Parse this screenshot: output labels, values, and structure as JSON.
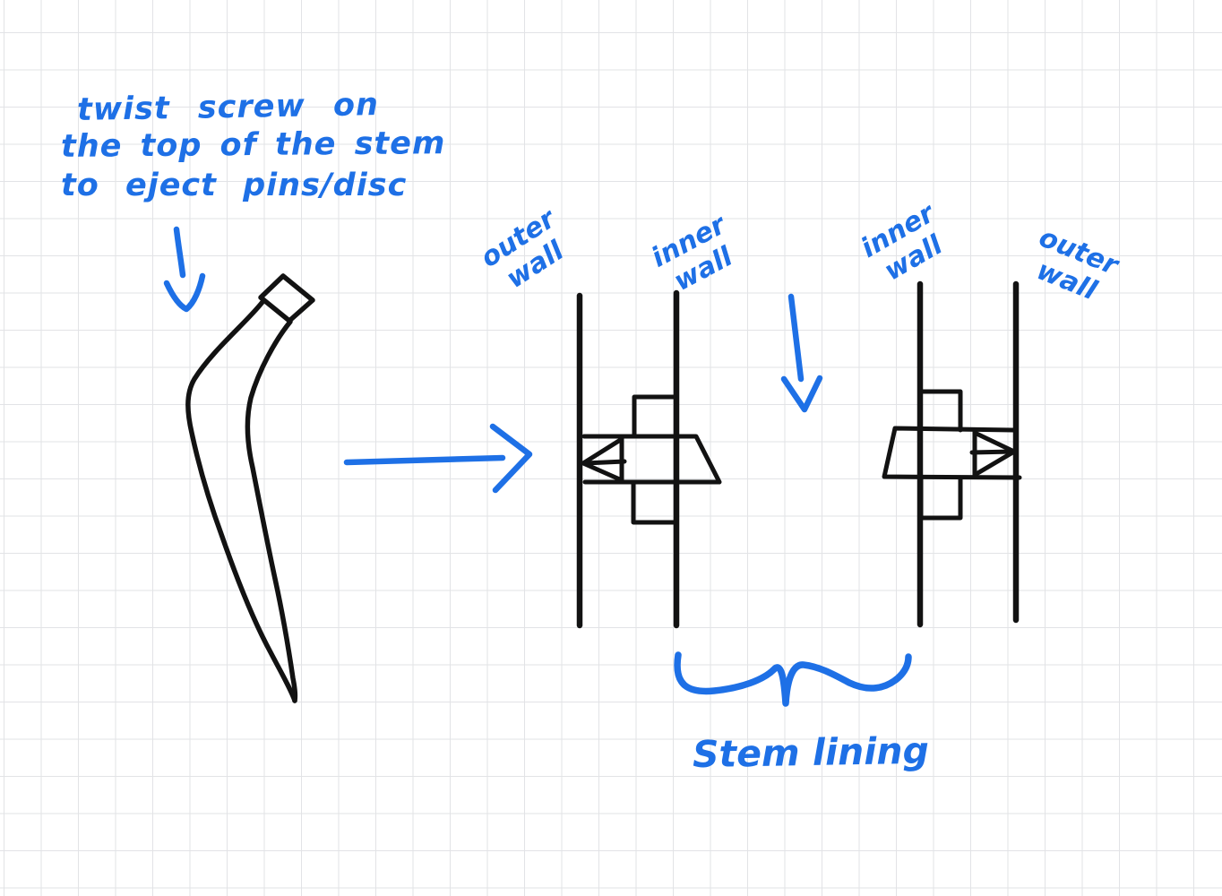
{
  "colors": {
    "background": "#ffffff",
    "grid_line": "#e2e3e6",
    "ink_black": "#121212",
    "ink_blue": "#1e70e6"
  },
  "annotations": {
    "note_lines": [
      "twist screw on",
      "the top of the stem",
      "to eject pins/disc"
    ],
    "wall_labels": {
      "left_outer": [
        "outer",
        "wall"
      ],
      "left_inner": [
        "inner",
        "wall"
      ],
      "right_inner": [
        "inner",
        "wall"
      ],
      "right_outer": [
        "outer",
        "wall"
      ]
    },
    "brace_label": "Stem lining"
  },
  "figures": {
    "stem_sketch": "curved stem with square screw cap",
    "left_assembly": "wall pair with pin pointing left",
    "right_assembly": "wall pair with pin pointing right"
  }
}
